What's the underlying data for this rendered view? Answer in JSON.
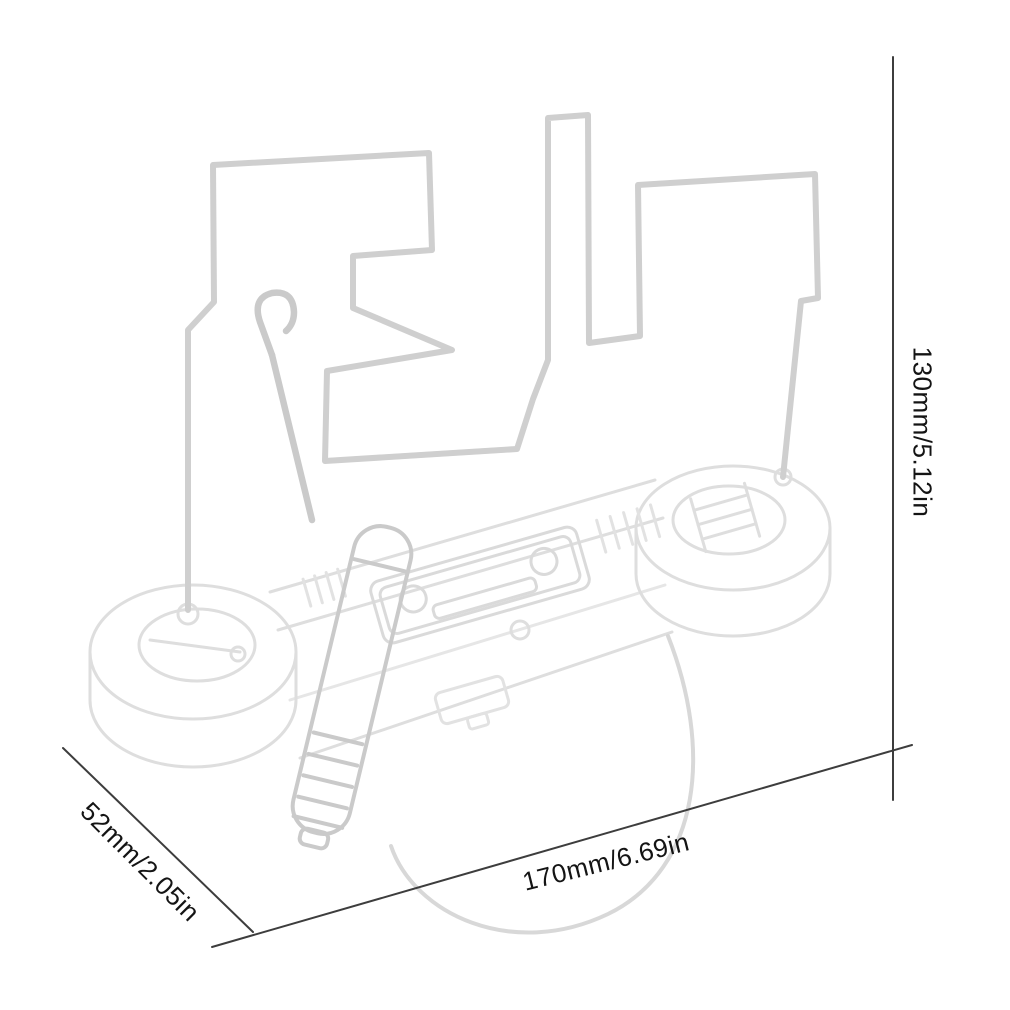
{
  "page": {
    "background": "#ffffff"
  },
  "colors": {
    "sketch_light": "#e0e0e0",
    "sketch_mid": "#cfcfcf",
    "dimension_line": "#3d3d3d",
    "label_text": "#141414"
  },
  "dimension_labels": {
    "height": "130mm/5.12in",
    "depth": "52mm/2.05in",
    "width": "170mm/6.69in"
  }
}
